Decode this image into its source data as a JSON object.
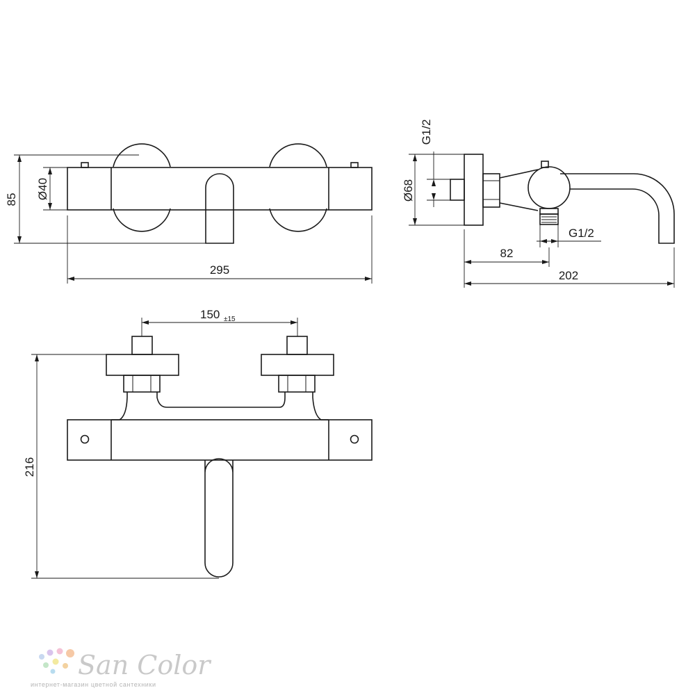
{
  "dimensions": {
    "front_height": "85",
    "front_diameter": "Ø40",
    "front_width": "295",
    "side_diameter": "Ø68",
    "side_inlet_thread": "G1/2",
    "side_outlet_thread": "G1/2",
    "side_depth_82": "82",
    "side_depth_202": "202",
    "top_spacing": "150",
    "top_spacing_tol": "±15",
    "top_height": "216"
  },
  "watermark": {
    "brand": "San Color",
    "tagline": "интернет-магазин цветной сантехники"
  }
}
